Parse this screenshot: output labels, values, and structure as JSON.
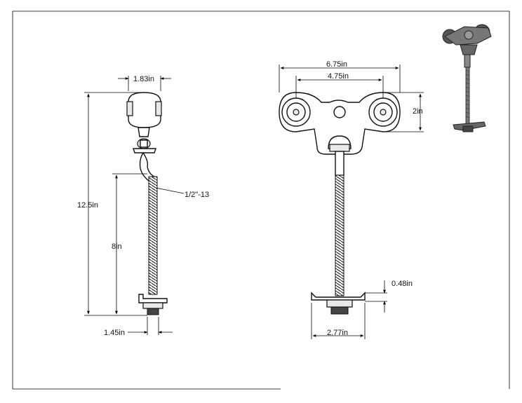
{
  "dimensions": {
    "side_wheel_width": "1.83in",
    "thread_spec": "1/2\"-13",
    "overall_height": "12.5in",
    "thread_length": "8in",
    "side_base_width": "1.45in",
    "front_overall_width": "6.75in",
    "front_axle_spacing": "4.75in",
    "front_wheel_height": "2in",
    "bracket_height": "0.48in",
    "front_base_width": "2.77in"
  },
  "icons": {
    "preview": "roller-hanger-3d-icon"
  }
}
